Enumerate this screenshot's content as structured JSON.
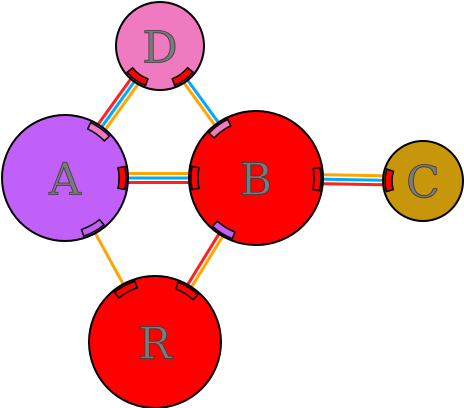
{
  "nodes": [
    {
      "id": "D",
      "label": "D",
      "color": "#f07ac0"
    },
    {
      "id": "A",
      "label": "A",
      "color": "#c060f8"
    },
    {
      "id": "B",
      "label": "B",
      "color": "#ff0000"
    },
    {
      "id": "C",
      "label": "C",
      "color": "#c8960a"
    },
    {
      "id": "R",
      "label": "R",
      "color": "#ff0000"
    }
  ],
  "edges": [
    {
      "from": "A",
      "to": "D",
      "colors": [
        "#ff2020",
        "#00a8ff",
        "#ffa500"
      ]
    },
    {
      "from": "D",
      "to": "B",
      "colors": [
        "#00a8ff",
        "#ffa500"
      ]
    },
    {
      "from": "A",
      "to": "B",
      "colors": [
        "#ffa500",
        "#00a8ff",
        "#ff2020"
      ]
    },
    {
      "from": "B",
      "to": "C",
      "colors": [
        "#ffa500",
        "#00a8ff",
        "#ff2020"
      ]
    },
    {
      "from": "A",
      "to": "R",
      "colors": [
        "#ffa500"
      ]
    },
    {
      "from": "B",
      "to": "R",
      "colors": [
        "#ffa500",
        "#ff2020"
      ]
    }
  ]
}
